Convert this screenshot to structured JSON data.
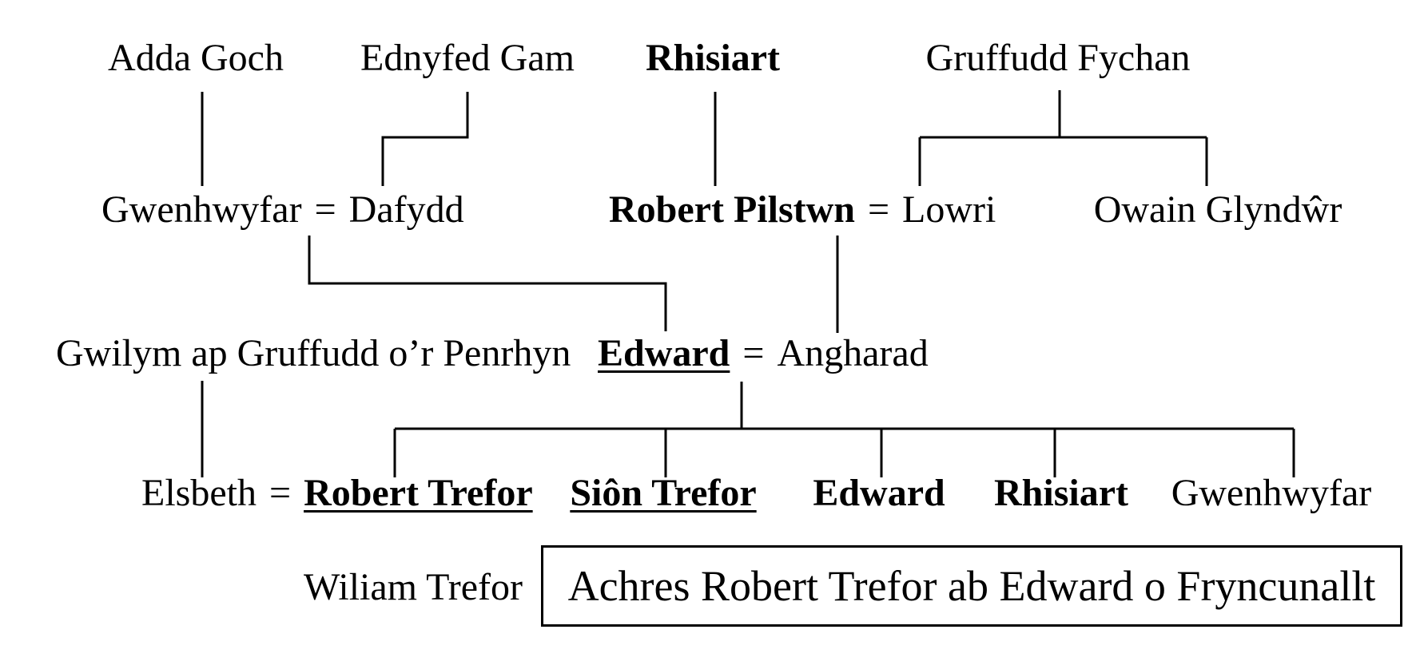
{
  "tree": {
    "g1": {
      "adda_goch": "Adda Goch",
      "ednyfed_gam": "Ednyfed Gam",
      "rhisiart": "Rhisiart",
      "gruffudd_fychan": "Gruffudd Fychan"
    },
    "g2": {
      "gwenhwyfar": "Gwenhwyfar",
      "dafydd": "Dafydd",
      "robert_pilstwn": "Robert Pilstwn",
      "lowri": "Lowri",
      "owain_glyndwr": "Owain Glyndŵr"
    },
    "g3": {
      "gwilym": "Gwilym ap Gruffudd o’r Penrhyn",
      "edward": "Edward",
      "angharad": "Angharad"
    },
    "g4": {
      "elsbeth": "Elsbeth",
      "robert_trefor": "Robert Trefor",
      "sion_trefor": "Siôn Trefor",
      "edward": "Edward",
      "rhisiart": "Rhisiart",
      "gwenhwyfar": "Gwenhwyfar"
    },
    "g5": {
      "wiliam_trefor": "Wiliam Trefor"
    },
    "marriage_symbol": "=",
    "caption": "Achres Robert Trefor ab Edward o Fryncunallt"
  },
  "colors": {
    "text": "#000000",
    "line": "#000000",
    "background": "#ffffff"
  }
}
